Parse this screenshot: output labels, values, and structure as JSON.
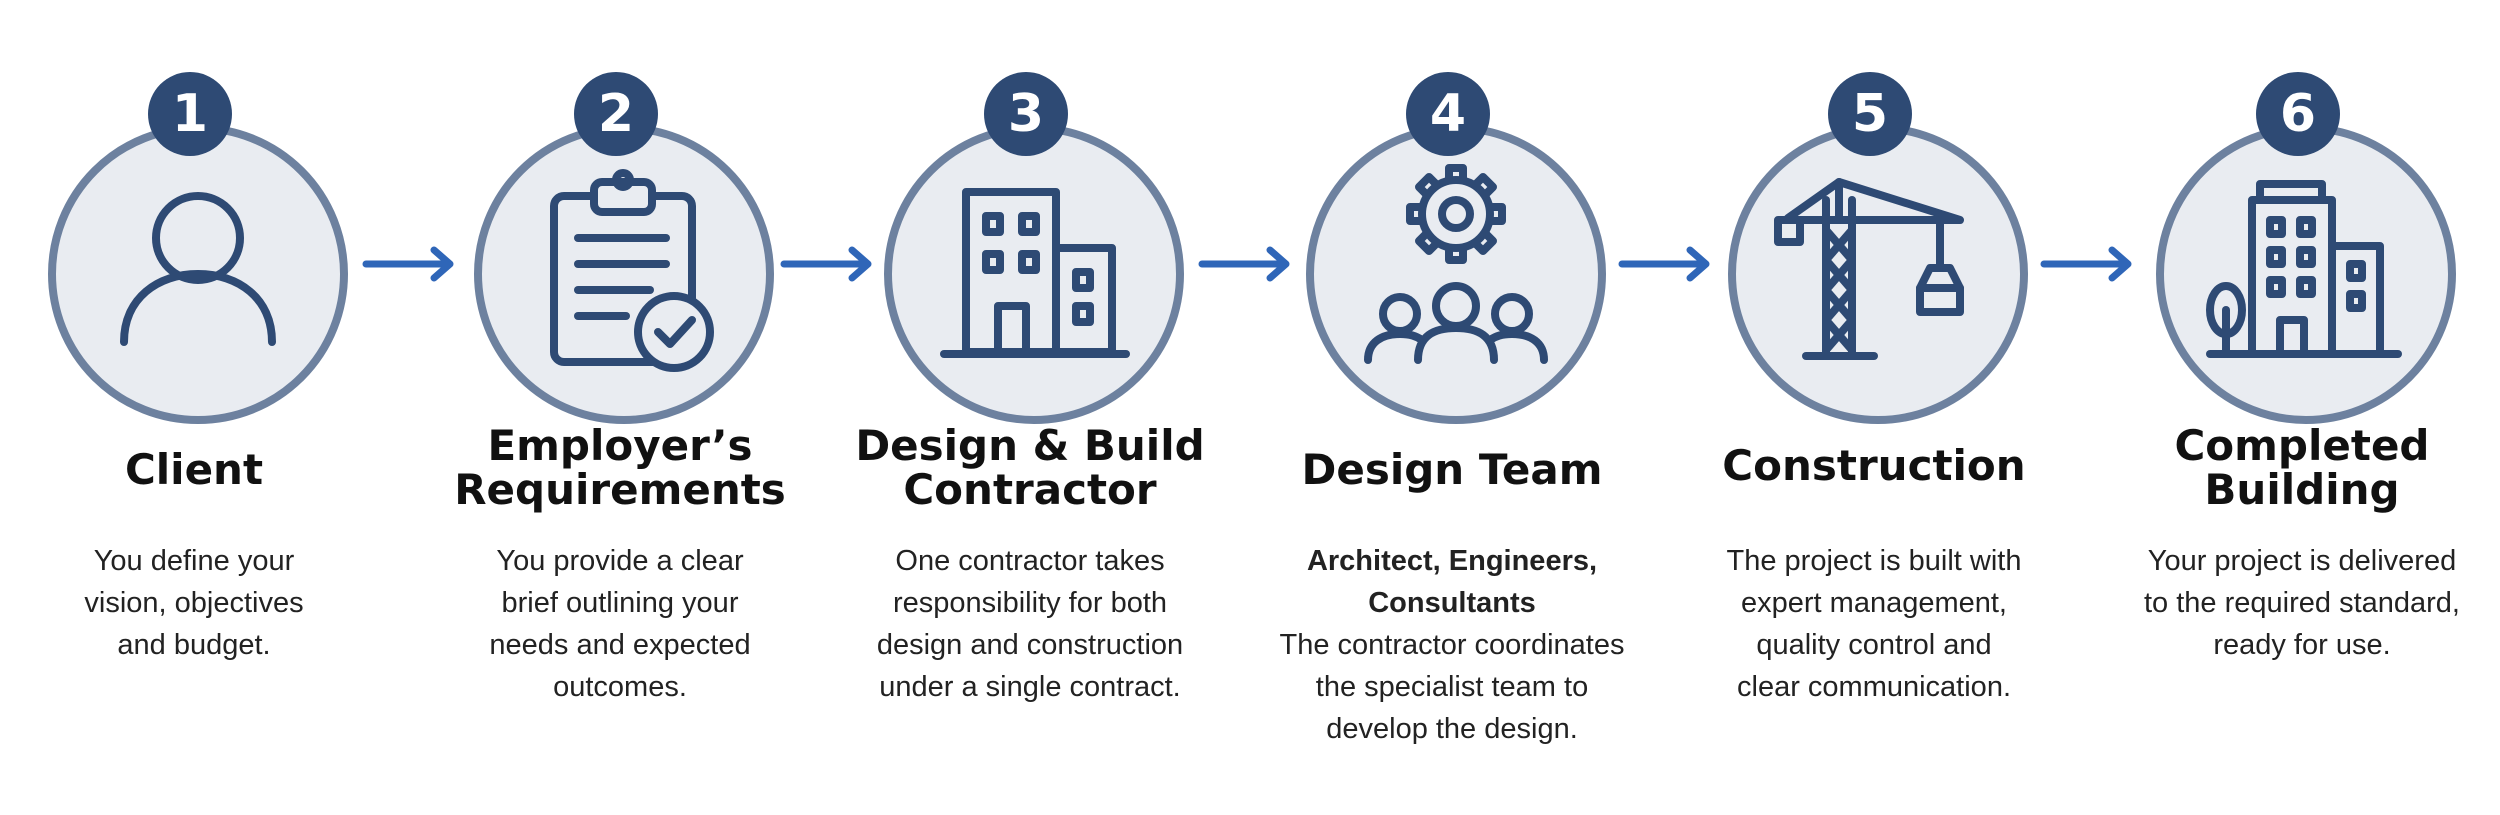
{
  "steps": [
    {
      "number": "1",
      "icon": "person-icon",
      "title_lines": [
        "Client"
      ],
      "desc_lines": [
        "You define your",
        "vision, objectives",
        "and budget."
      ]
    },
    {
      "number": "2",
      "icon": "clipboard-check-icon",
      "title_lines": [
        "Employer’s",
        "Requirements"
      ],
      "desc_lines": [
        "You provide a clear",
        "brief outlining your",
        "needs and expected",
        "outcomes."
      ]
    },
    {
      "number": "3",
      "icon": "building-icon",
      "title_lines": [
        "Design & Build",
        "Contractor"
      ],
      "desc_lines": [
        "One contractor takes",
        "responsibility for both",
        "design and construction",
        "under a single contract."
      ]
    },
    {
      "number": "4",
      "icon": "team-gear-icon",
      "title_lines": [
        "Design Team"
      ],
      "desc_bold_lines": [
        "Architect, Engineers,",
        "Consultants"
      ],
      "desc_lines": [
        "The contractor coordinates",
        "the specialist team to",
        "develop the design."
      ]
    },
    {
      "number": "5",
      "icon": "crane-icon",
      "title_lines": [
        "Construction"
      ],
      "desc_lines": [
        "The project is built with",
        "expert management,",
        "quality control and",
        "clear communication."
      ]
    },
    {
      "number": "6",
      "icon": "completed-building-icon",
      "title_lines": [
        "Completed",
        "Building"
      ],
      "desc_lines": [
        "Your project is delivered",
        "to the required standard,",
        "ready for use."
      ]
    }
  ],
  "colors": {
    "badge": "#2e4a74",
    "icon_stroke": "#2e4a74",
    "circle_fill": "#e9ecf1",
    "circle_border": "#6d819f",
    "arrow": "#2f66b8"
  }
}
